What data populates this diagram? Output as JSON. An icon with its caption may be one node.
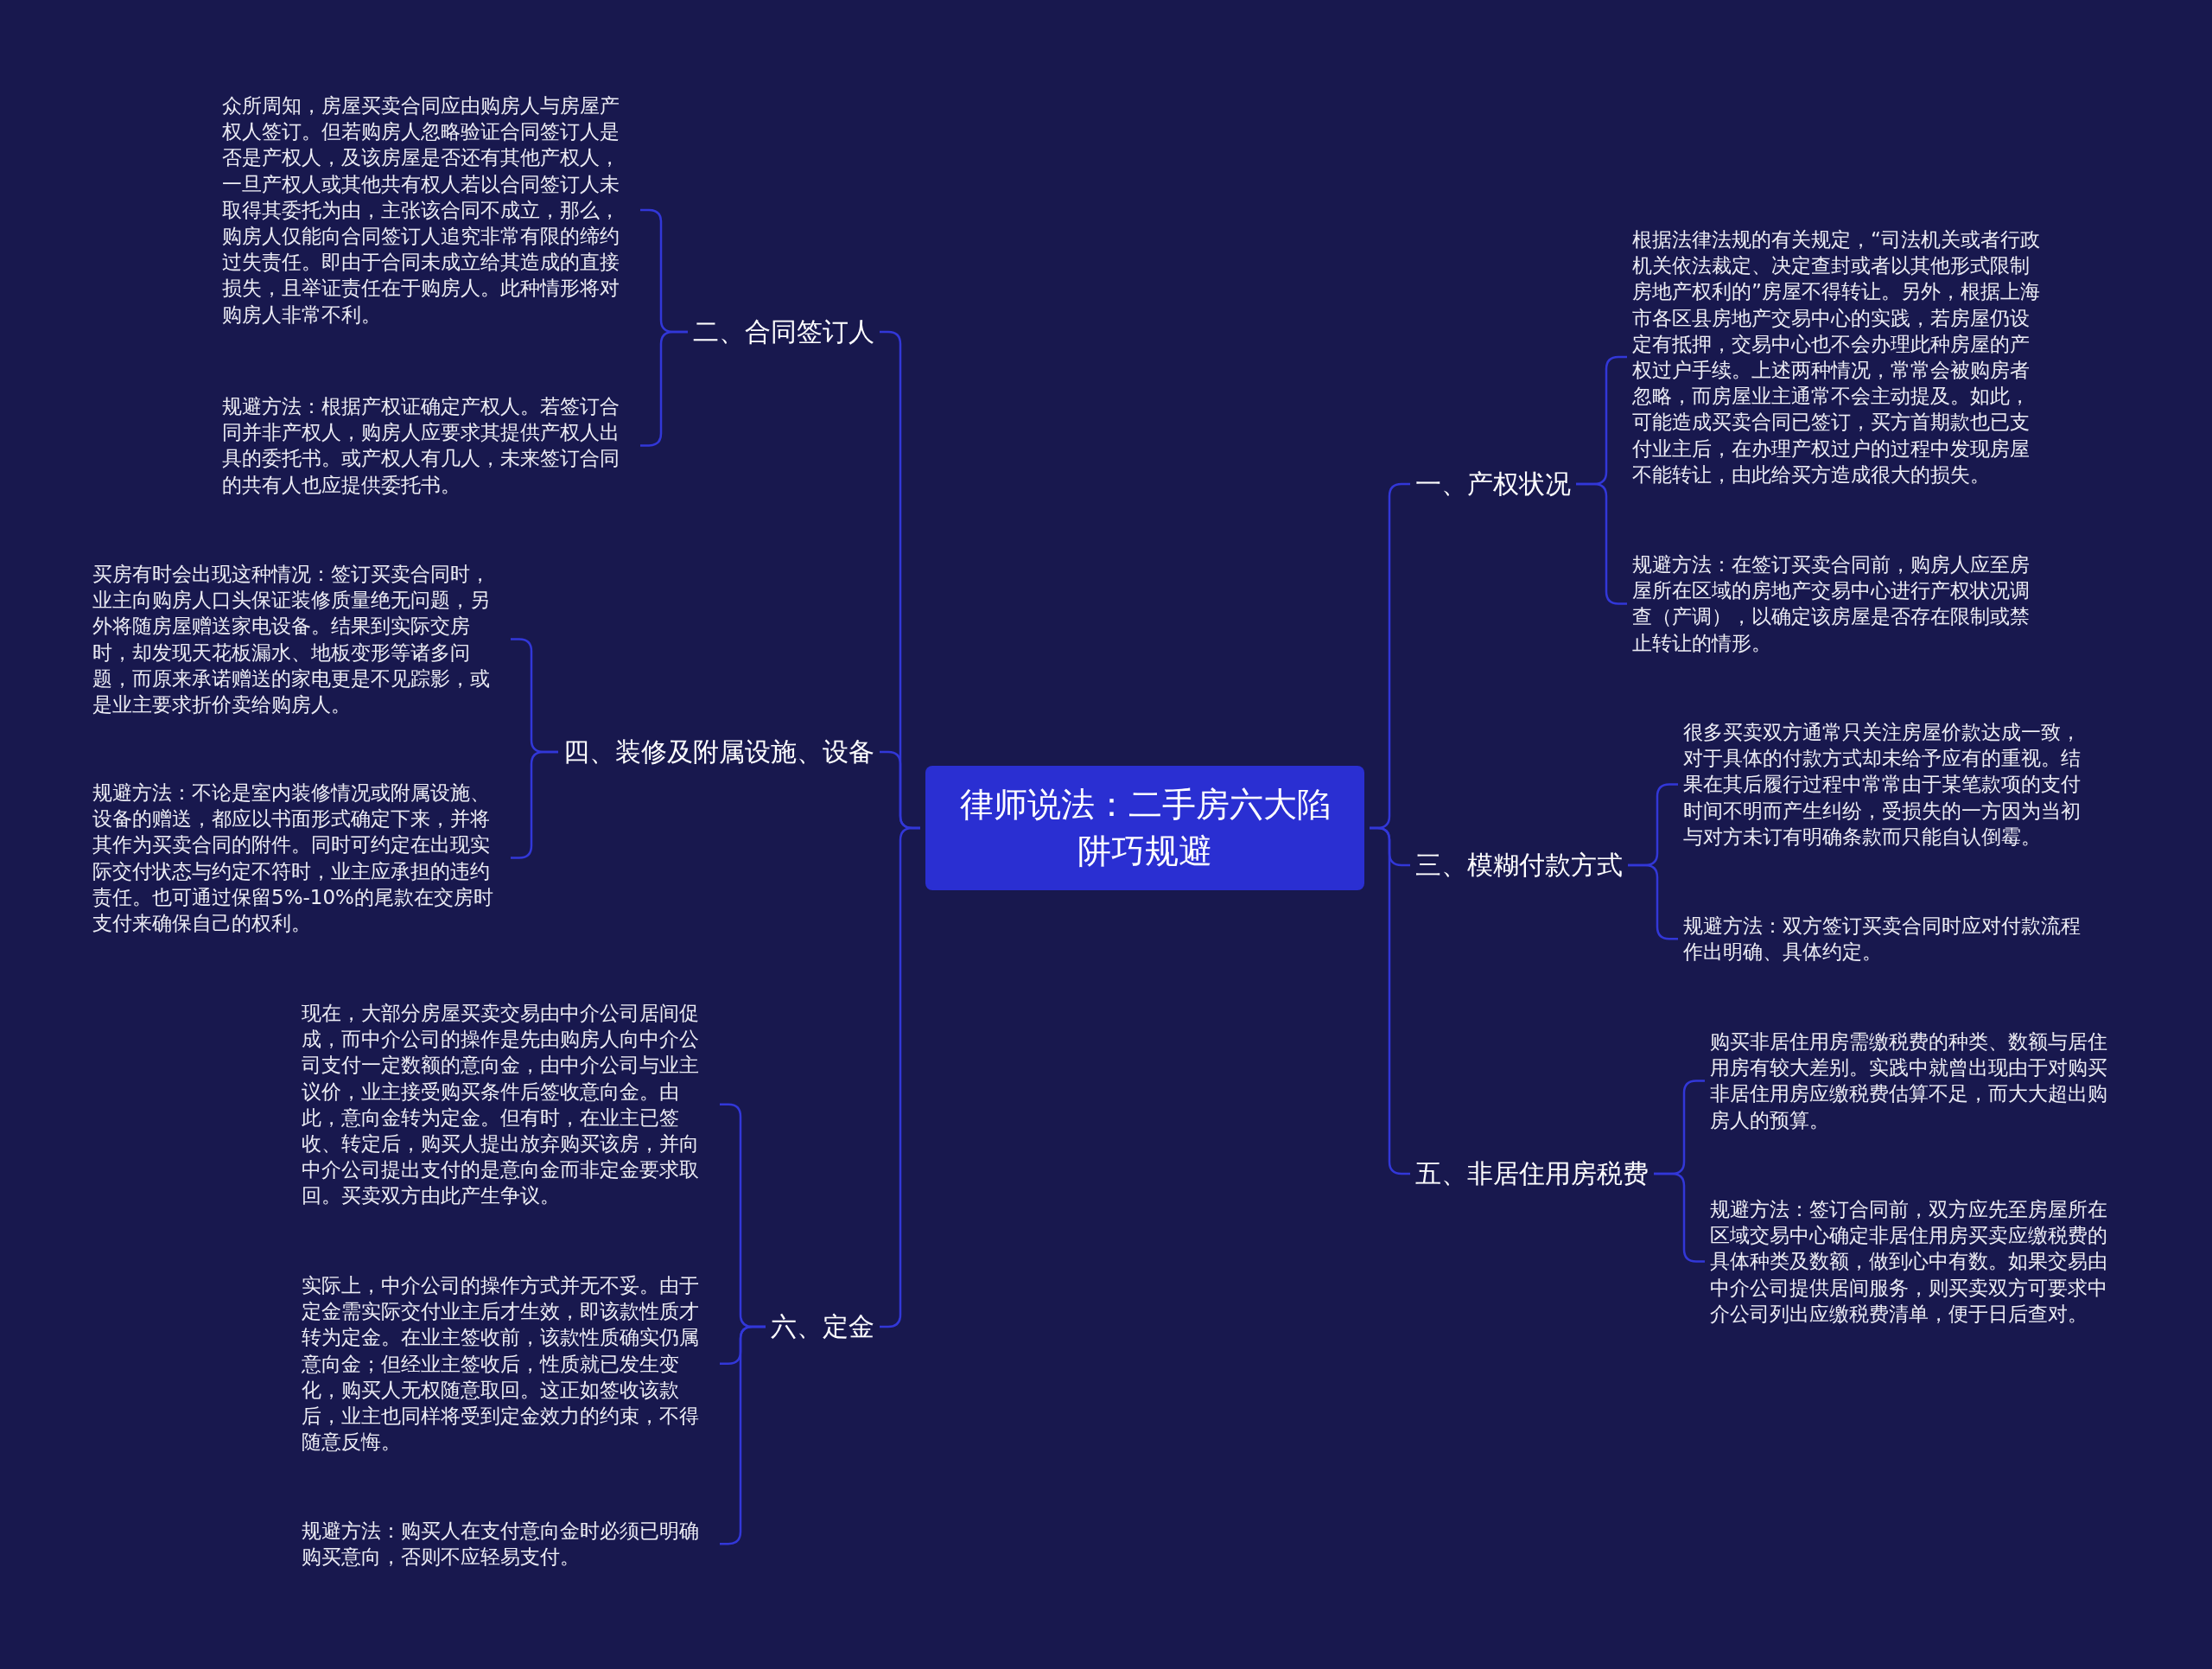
{
  "diagram": {
    "nodes": [
      {
        "text": [
          "律师说法：二手房六大陷阱巧规避"
        ]
      },
      {
        "text": [
          "一、产权状况"
        ]
      },
      {
        "text": [
          "根据法律法规的有关规定，“司法机关或者行政机关依法裁定、决定查封或者以其他形式限制房地产权利的”房屋不得转让。另外，根据上海市各区县房地产交易中心的实践，若房屋仍设定有抵押，交易中心也不会办理此种房屋的产权过户手续。上述两种情况，常常会被购房者忽略，而房屋业主通常不会主动提及。如此，可能造成买卖合同已签订，买方首期款也已支付业主后，在办理产权过户的过程中发现房屋不能转让，由此给买方造成很大的损失。"
        ]
      },
      {
        "text": [
          "规避方法：在签订买卖合同前，购房人应至房屋所在区域的房地产交易中心进行产权状况调查（产调），以确定该房屋是否存在限制或禁止转让的情形。"
        ]
      },
      {
        "text": [
          "三、模糊付款方式"
        ]
      },
      {
        "text": [
          "很多买卖双方通常只关注房屋价款达成一致，对于具体的付款方式却未给予应有的重视。结果在其后履行过程中常常由于某笔款项的支付时间不明而产生纠纷，受损失的一方因为当初与对方未订有明确条款而只能自认倒霉。"
        ]
      },
      {
        "text": [
          "规避方法：双方签订买卖合同时应对付款流程作出明确、具体约定。"
        ]
      },
      {
        "text": [
          "五、非居住用房税费"
        ]
      },
      {
        "text": [
          "购买非居住用房需缴税费的种类、数额与居住用房有较大差别。实践中就曾出现由于对购买非居住用房应缴税费估算不足，而大大超出购房人的预算。"
        ]
      },
      {
        "text": [
          "规避方法：签订合同前，双方应先至房屋所在区域交易中心确定非居住用房买卖应缴税费的具体种类及数额，做到心中有数。如果交易由中介公司提供居间服务，则买卖双方可要求中介公司列出应缴税费清单，便于日后查对。"
        ]
      },
      {
        "text": [
          "二、合同签订人"
        ]
      },
      {
        "text": [
          "众所周知，房屋买卖合同应由购房人与房屋产权人签订。但若购房人忽略验证合同签订人是否是产权人，及该房屋是否还有其他产权人，一旦产权人或其他共有权人若以合同签订人未取得其委托为由，主张该合同不成立，那么，购房人仅能向合同签订人追究非常有限的缔约过失责任。即由于合同未成立给其造成的直接损失，且举证责任在于购房人。此种情形将对购房人非常不利。"
        ]
      },
      {
        "text": [
          "规避方法：根据产权证确定产权人。若签订合同并非产权人，购房人应要求其提供产权人出具的委托书。或产权人有几人，未来签订合同的共有人也应提供委托书。"
        ]
      },
      {
        "text": [
          "四、装修及附属设施、设备"
        ]
      },
      {
        "text": [
          "买房有时会出现这种情况：签订买卖合同时，业主向购房人口头保证装修质量绝无问题，另外将随房屋赠送家电设备。结果到实际交房时，却发现天花板漏水、地板变形等诸多问题，而原来承诺赠送的家电更是不见踪影，或是业主要求折价卖给购房人。"
        ]
      },
      {
        "text": [
          "规避方法：不论是室内装修情况或附属设施、设备的赠送，都应以书面形式确定下来，并将其作为买卖合同的附件。同时可约定在出现实际交付状态与约定不符时，业主应承担的违约责任。也可通过保留5%-10%的尾款在交房时支付来确保自己的权利。"
        ]
      },
      {
        "text": [
          "六、定金"
        ]
      },
      {
        "text": [
          "现在，大部分房屋买卖交易由中介公司居间促成，而中介公司的操作是先由购房人向中介公司支付一定数额的意向金，由中介公司与业主议价，业主接受购买条件后签收意向金。由此，意向金转为定金。但有时，在业主已签收、转定后，购买人提出放弃购买该房，并向中介公司提出支付的是意向金而非定金要求取回。买卖双方由此产生争议。"
        ]
      },
      {
        "text": [
          "实际上，中介公司的操作方式并无不妥。由于定金需实际交付业主后才生效，即该款性质才转为定金。在业主签收前，该款性质确实仍属意向金；但经业主签收后，性质就已发生变化，购买人无权随意取回。这正如签收该款后，业主也同样将受到定金效力的约束，不得随意反悔。"
        ]
      },
      {
        "text": [
          "规避方法：购买人在支付意向金时必须已明确购买意向，否则不应轻易支付。"
        ]
      }
    ],
    "edges": [
      {
        "from": 0,
        "to": 1,
        "arrow": "none"
      },
      {
        "from": 1,
        "to": 2,
        "arrow": "none"
      },
      {
        "from": 1,
        "to": 3,
        "arrow": "none"
      },
      {
        "from": 0,
        "to": 4,
        "arrow": "none"
      },
      {
        "from": 4,
        "to": 5,
        "arrow": "none"
      },
      {
        "from": 4,
        "to": 6,
        "arrow": "none"
      },
      {
        "from": 0,
        "to": 7,
        "arrow": "none"
      },
      {
        "from": 7,
        "to": 8,
        "arrow": "none"
      },
      {
        "from": 7,
        "to": 9,
        "arrow": "none"
      },
      {
        "from": 0,
        "to": 10,
        "arrow": "none"
      },
      {
        "from": 10,
        "to": 11,
        "arrow": "none"
      },
      {
        "from": 10,
        "to": 12,
        "arrow": "none"
      },
      {
        "from": 0,
        "to": 13,
        "arrow": "none"
      },
      {
        "from": 13,
        "to": 14,
        "arrow": "none"
      },
      {
        "from": 13,
        "to": 15,
        "arrow": "none"
      },
      {
        "from": 0,
        "to": 16,
        "arrow": "none"
      },
      {
        "from": 16,
        "to": 17,
        "arrow": "none"
      },
      {
        "from": 16,
        "to": 18,
        "arrow": "none"
      },
      {
        "from": 16,
        "to": 19,
        "arrow": "none"
      }
    ]
  }
}
